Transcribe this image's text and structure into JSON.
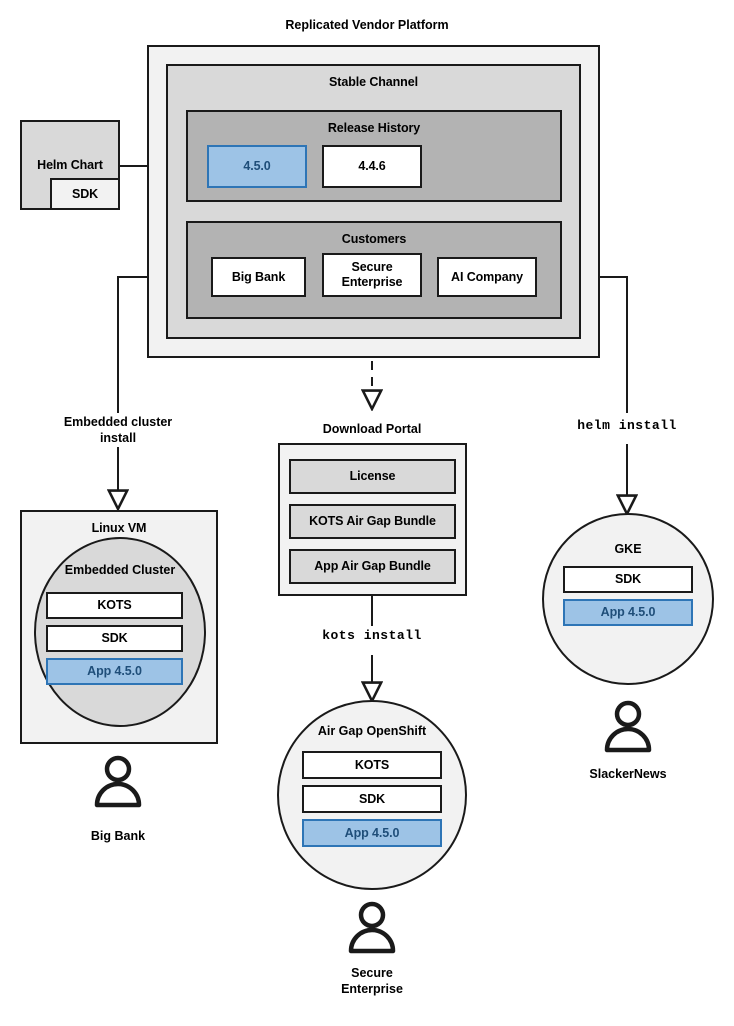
{
  "diagram": {
    "title": "Replicated Vendor Platform",
    "platform": {
      "stable_channel": {
        "label": "Stable Channel",
        "release_history": {
          "label": "Release History",
          "releases": [
            {
              "version": "4.5.0",
              "highlighted": true
            },
            {
              "version": "4.4.6",
              "highlighted": false
            }
          ]
        },
        "customers": {
          "label": "Customers",
          "items": [
            {
              "name": "Big Bank"
            },
            {
              "name": "Secure\nEnterprise"
            },
            {
              "name": "AI Company"
            }
          ]
        }
      }
    },
    "helm_chart": {
      "label": "Helm Chart",
      "sdk_label": "SDK"
    },
    "edges": {
      "embedded_cluster_install": "Embedded cluster\ninstall",
      "kots_install": "kots install",
      "helm_install": "helm install"
    },
    "download_portal": {
      "label": "Download Portal",
      "artifacts": [
        "License",
        "KOTS Air Gap Bundle",
        "App Air Gap Bundle"
      ]
    },
    "targets": [
      {
        "id": "linux-vm",
        "label": "Linux VM",
        "inner_label": "Embedded Cluster",
        "components": [
          {
            "label": "KOTS",
            "highlighted": false
          },
          {
            "label": "SDK",
            "highlighted": false
          },
          {
            "label": "App 4.5.0",
            "highlighted": true
          }
        ],
        "actor": "Big Bank"
      },
      {
        "id": "air-gap-openshift",
        "label": "Air Gap OpenShift",
        "components": [
          {
            "label": "KOTS",
            "highlighted": false
          },
          {
            "label": "SDK",
            "highlighted": false
          },
          {
            "label": "App 4.5.0",
            "highlighted": true
          }
        ],
        "actor": "Secure\nEnterprise"
      },
      {
        "id": "gke",
        "label": "GKE",
        "components": [
          {
            "label": "SDK",
            "highlighted": false
          },
          {
            "label": "App 4.5.0",
            "highlighted": true
          }
        ],
        "actor": "SlackerNews"
      }
    ],
    "colors": {
      "highlight_fill": "#9dc3e6",
      "highlight_border": "#2e75b6",
      "highlight_text": "#1f4e79",
      "stroke": "#1a1a1a",
      "level1_fill": "#f2f2f2",
      "level2_fill": "#d9d9d9",
      "level3_fill": "#b3b3b3",
      "white_fill": "#ffffff"
    }
  }
}
